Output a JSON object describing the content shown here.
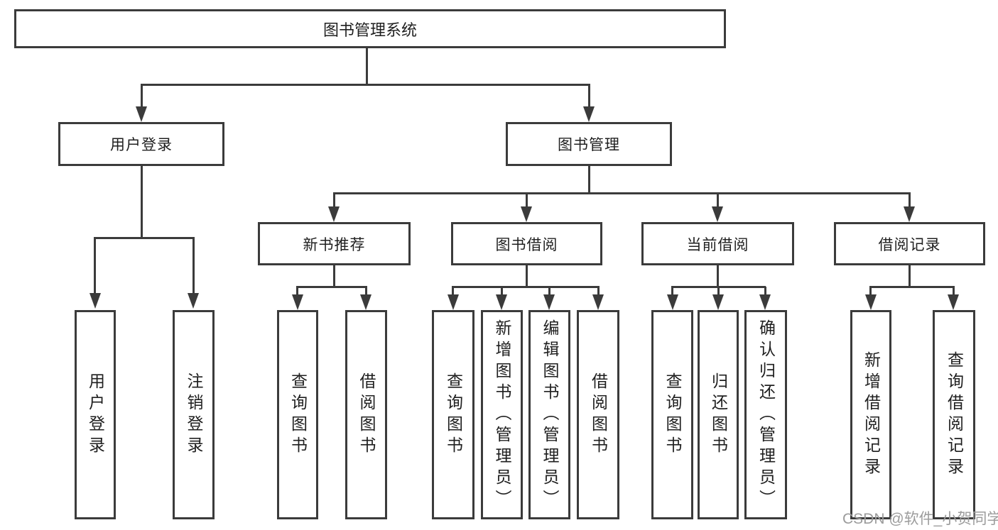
{
  "diagram_title": "图书管理系统",
  "tree": {
    "root": {
      "label": "图书管理系统"
    },
    "branches": [
      {
        "label": "用户登录",
        "children": [
          {
            "label": "用户登录"
          },
          {
            "label": "注销登录"
          }
        ]
      },
      {
        "label": "图书管理",
        "children": [
          {
            "label": "新书推荐",
            "children": [
              {
                "label": "查询图书"
              },
              {
                "label": "借阅图书"
              }
            ]
          },
          {
            "label": "图书借阅",
            "children": [
              {
                "label": "查询图书"
              },
              {
                "label": "新增图书（管理员）"
              },
              {
                "label": "编辑图书（管理员）"
              },
              {
                "label": "借阅图书"
              }
            ]
          },
          {
            "label": "当前借阅",
            "children": [
              {
                "label": "查询图书"
              },
              {
                "label": "归还图书"
              },
              {
                "label": "确认归还（管理员）"
              }
            ]
          },
          {
            "label": "借阅记录",
            "children": [
              {
                "label": "新增借阅记录"
              },
              {
                "label": "查询借阅记录"
              }
            ]
          }
        ]
      }
    ]
  },
  "watermark": {
    "text": "CSDN @软件_小贺同学"
  },
  "colors": {
    "line": "#3b3b3b",
    "text": "#1f1f1f",
    "background": "#ffffff",
    "watermark": "#9c9c9c"
  }
}
